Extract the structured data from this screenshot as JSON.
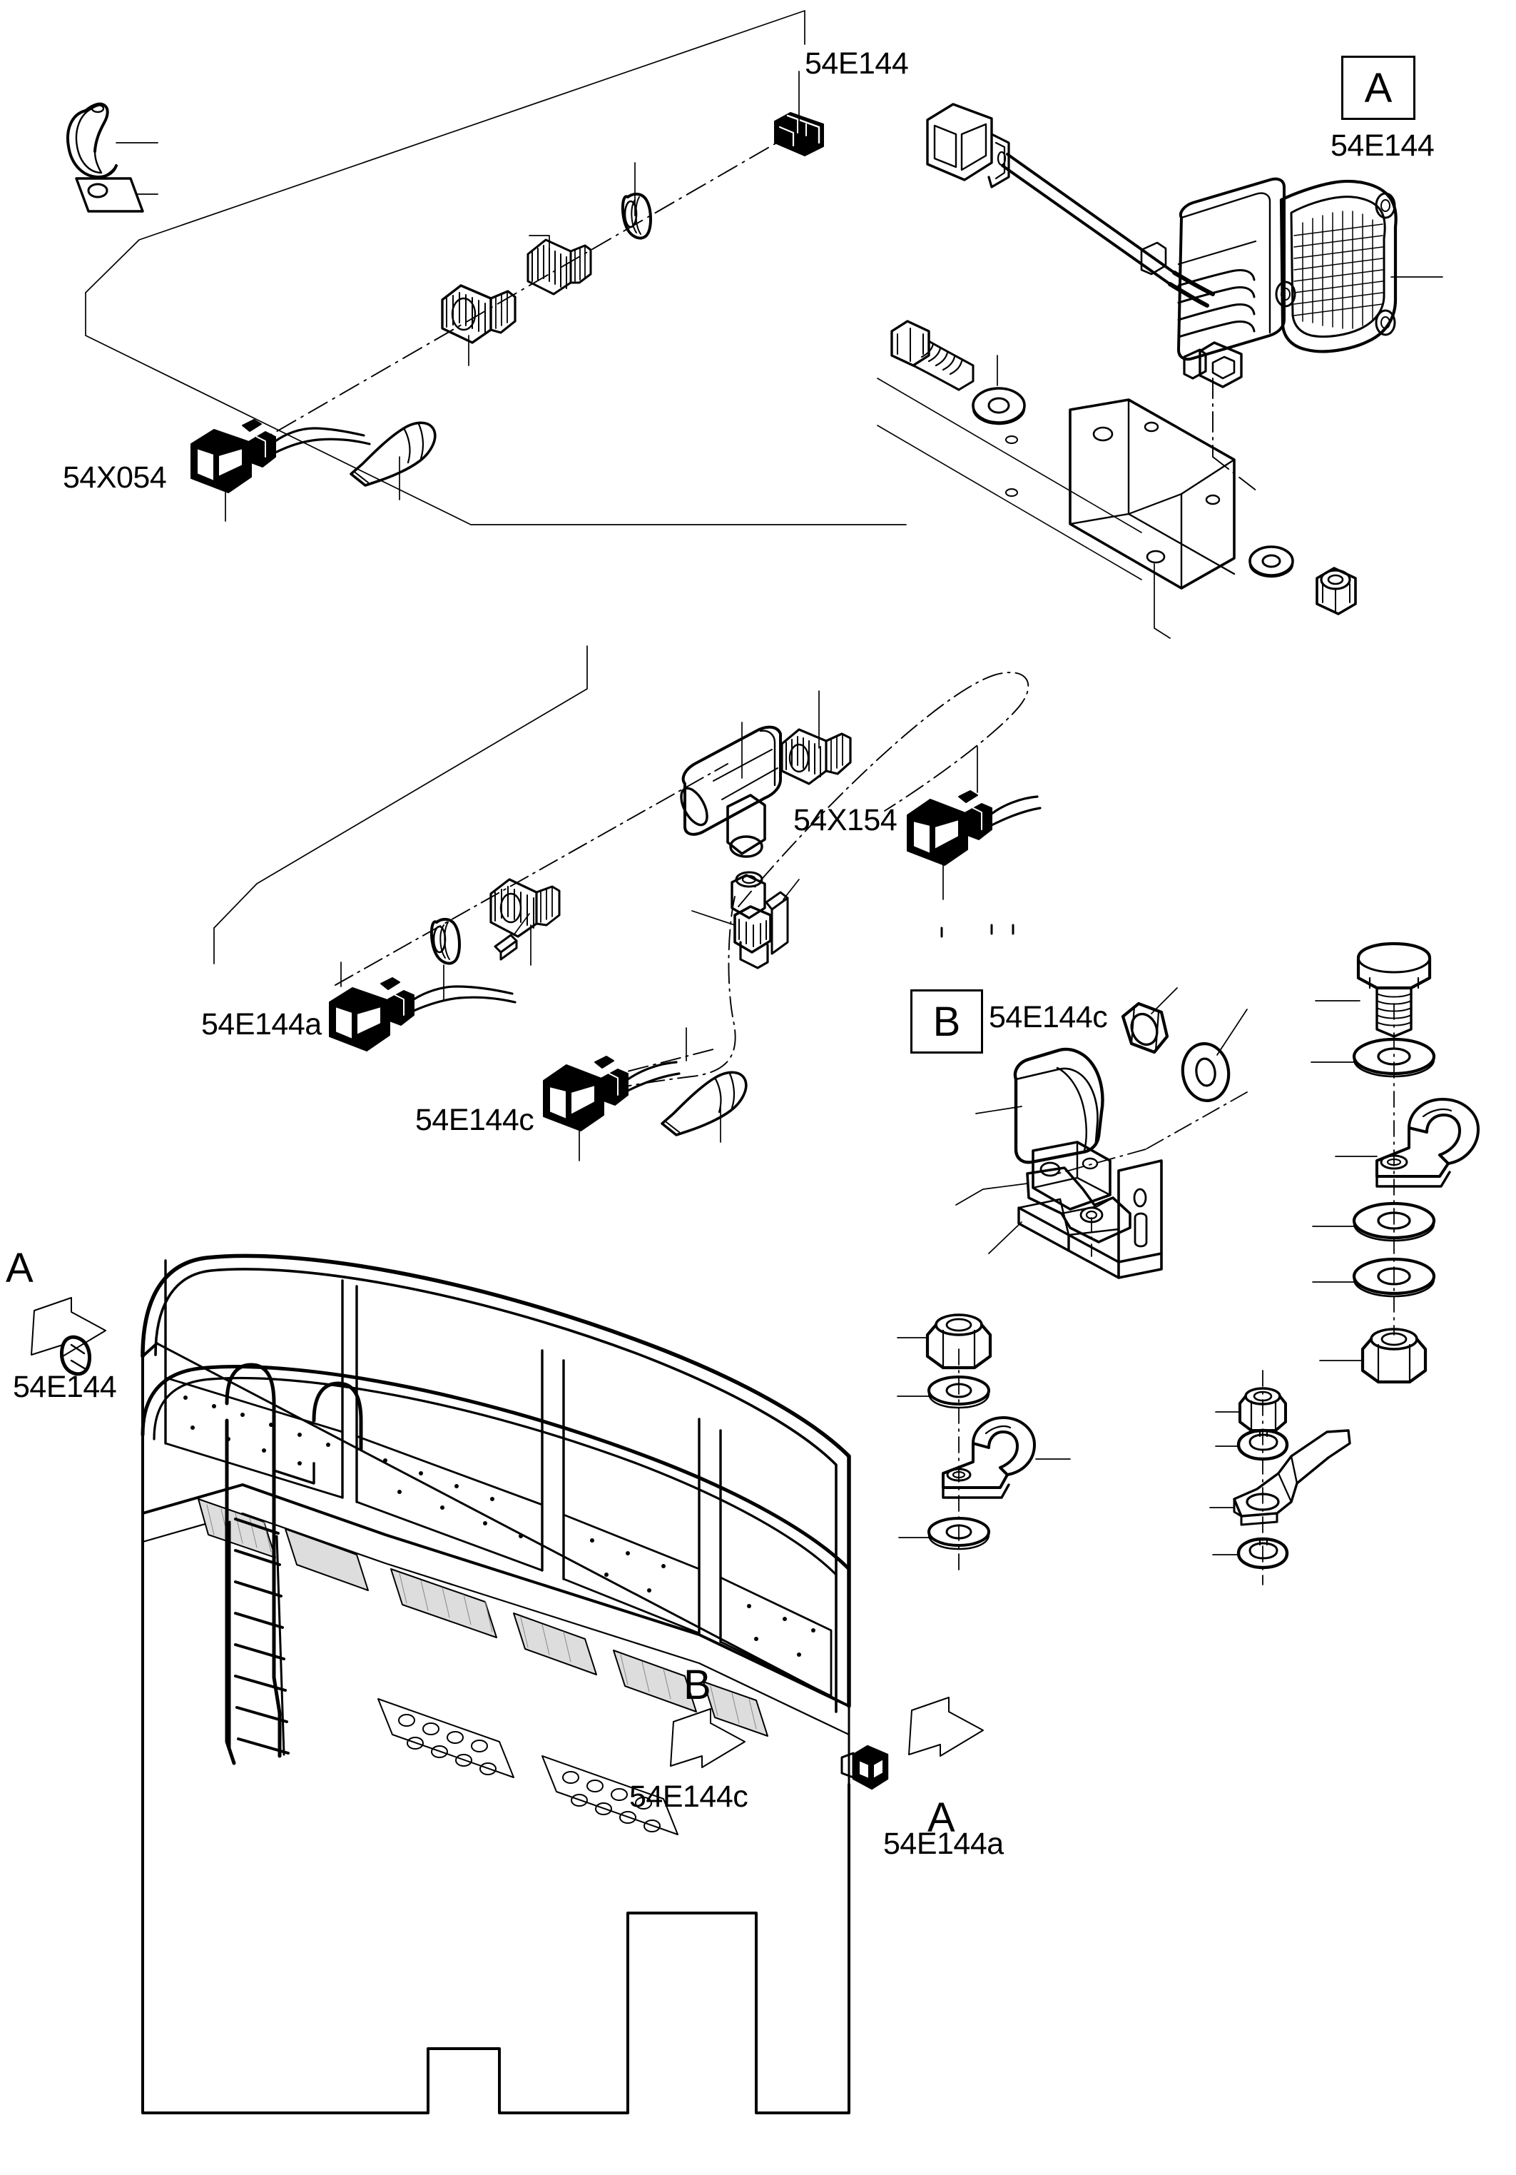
{
  "diagram": {
    "type": "exploded-parts-diagram",
    "title_shown": false,
    "line_color": "#000000",
    "background_color": "#ffffff"
  },
  "callouts": {
    "top_harness_part_no": "54E144",
    "top_connector_part_no": "54X054",
    "detail_a_box_letter": "A",
    "detail_a_part_no": "54E144",
    "mid_harness_connector_a": "54E144a",
    "mid_harness_connector_c": "54E144c",
    "mid_tee_connector": "54X154",
    "detail_b_box_letter": "B",
    "detail_b_part_no": "54E144c",
    "machine_a_letter_left": "A",
    "machine_a_part_left": "54E144",
    "machine_b_letter": "B",
    "machine_b_part": "54E144c",
    "machine_a_letter_right": "A",
    "machine_a_part_right": "54E144a"
  },
  "parts_groups": [
    {
      "name": "top-lamp-harness-group",
      "items": [
        "retaining-clip",
        "flat-tab-plate",
        "cable-gland-nut",
        "threaded-bushing",
        "grommet-ring",
        "inline-connector",
        "rubber-boot",
        "connector-54X054"
      ]
    },
    {
      "name": "detail-a-work-lamp-group",
      "items": [
        "work-lamp",
        "lamp-pigtail-connector",
        "hex-bolt",
        "flat-washer",
        "l-bracket",
        "flat-washer-lower",
        "lock-nut"
      ]
    },
    {
      "name": "mid-harness-group",
      "items": [
        "connector-54E144a",
        "grommet-ring",
        "threaded-bushing",
        "roll-pin",
        "tee-fitting",
        "knurled-nut",
        "straight-fitting",
        "roll-pin",
        "connector-54X154",
        "connector-54E144c",
        "rubber-boot"
      ]
    },
    {
      "name": "detail-b-lamp-group",
      "items": [
        "beacon-lamp",
        "lamp-mount-bracket",
        "hex-nut",
        "flat-washer",
        "l-bracket-slotted"
      ]
    },
    {
      "name": "hardware-stack-right",
      "items": [
        "hex-bolt",
        "flat-washer",
        "p-clamp",
        "flat-washer",
        "flat-washer",
        "lock-nut"
      ]
    },
    {
      "name": "hardware-stack-center",
      "items": [
        "lock-nut",
        "flat-washer",
        "p-clamp",
        "flat-washer"
      ]
    },
    {
      "name": "hardware-stack-strap",
      "items": [
        "lock-nut",
        "lock-washer",
        "bent-strap-bracket",
        "lock-washer"
      ]
    },
    {
      "name": "machine-walkway-assembly",
      "items": [
        "upper-deck-handrail",
        "access-ladder",
        "walkway-platform",
        "anti-slip-grating",
        "machine-body-panel",
        "lamp-mount-point-left",
        "lamp-mount-point-right"
      ]
    }
  ]
}
